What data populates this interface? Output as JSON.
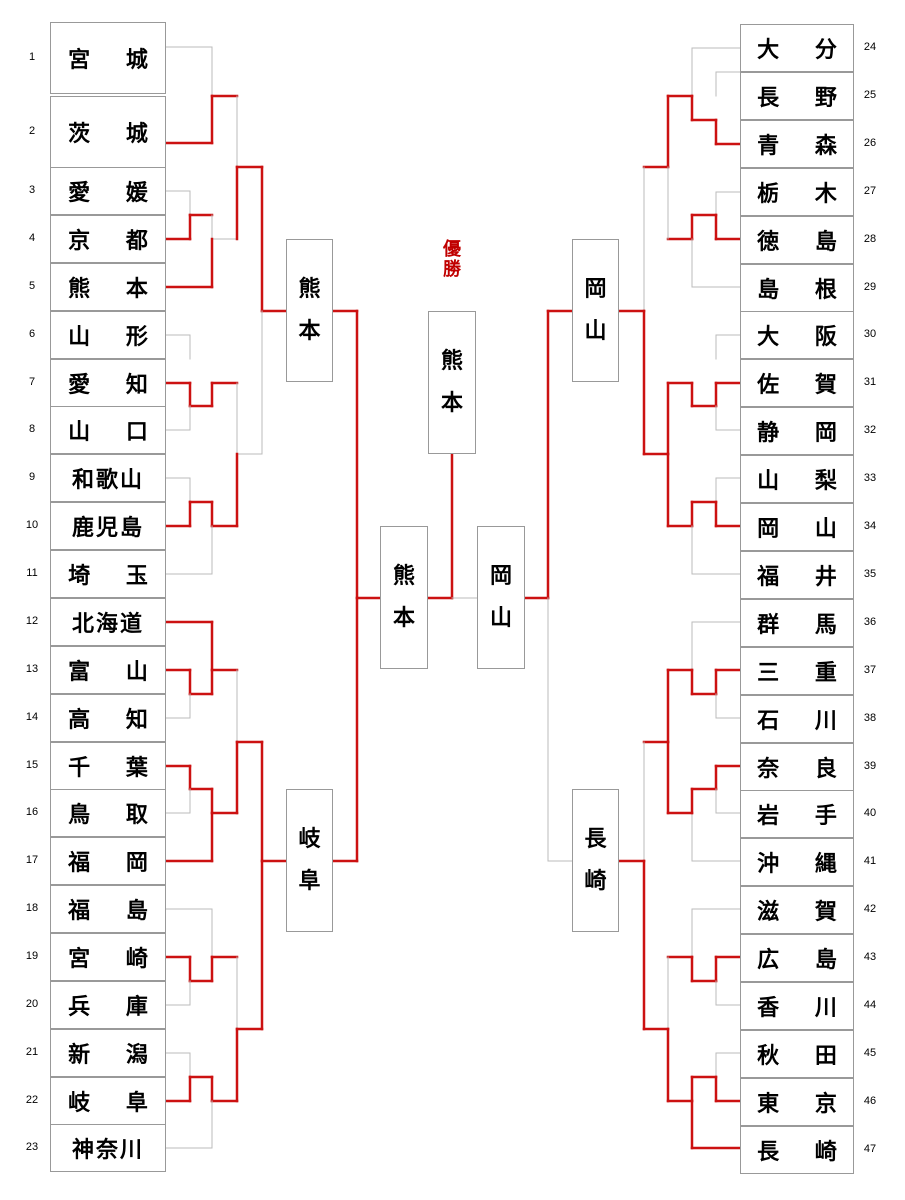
{
  "colors": {
    "winner": "#cc1111",
    "line": "#bbbbbb",
    "champion_text": "#c00000"
  },
  "champion": {
    "label_line1": "優",
    "label_line2": "勝",
    "char1": "熊",
    "char2": "本"
  },
  "final_left": {
    "char1": "熊",
    "char2": "本"
  },
  "final_right": {
    "char1": "岡",
    "char2": "山"
  },
  "semi_left_top": {
    "char1": "熊",
    "char2": "本"
  },
  "semi_left_bottom": {
    "char1": "岐",
    "char2": "阜"
  },
  "semi_right_top": {
    "char1": "岡",
    "char2": "山"
  },
  "semi_right_bottom": {
    "char1": "長",
    "char2": "崎"
  },
  "left_teams": [
    {
      "seed": "1",
      "name": "宮 城"
    },
    {
      "seed": "2",
      "name": "茨 城"
    },
    {
      "seed": "3",
      "name": "愛 媛"
    },
    {
      "seed": "4",
      "name": "京 都"
    },
    {
      "seed": "5",
      "name": "熊 本"
    },
    {
      "seed": "6",
      "name": "山 形"
    },
    {
      "seed": "7",
      "name": "愛 知"
    },
    {
      "seed": "8",
      "name": "山 口"
    },
    {
      "seed": "9",
      "name": "和歌山"
    },
    {
      "seed": "10",
      "name": "鹿児島"
    },
    {
      "seed": "11",
      "name": "埼 玉"
    },
    {
      "seed": "12",
      "name": "北海道"
    },
    {
      "seed": "13",
      "name": "富 山"
    },
    {
      "seed": "14",
      "name": "高 知"
    },
    {
      "seed": "15",
      "name": "千 葉"
    },
    {
      "seed": "16",
      "name": "鳥 取"
    },
    {
      "seed": "17",
      "name": "福 岡"
    },
    {
      "seed": "18",
      "name": "福 島"
    },
    {
      "seed": "19",
      "name": "宮 崎"
    },
    {
      "seed": "20",
      "name": "兵 庫"
    },
    {
      "seed": "21",
      "name": "新 潟"
    },
    {
      "seed": "22",
      "name": "岐 阜"
    },
    {
      "seed": "23",
      "name": "神奈川"
    }
  ],
  "right_teams": [
    {
      "seed": "24",
      "name": "大 分"
    },
    {
      "seed": "25",
      "name": "長 野"
    },
    {
      "seed": "26",
      "name": "青 森"
    },
    {
      "seed": "27",
      "name": "栃 木"
    },
    {
      "seed": "28",
      "name": "徳 島"
    },
    {
      "seed": "29",
      "name": "島 根"
    },
    {
      "seed": "30",
      "name": "大 阪"
    },
    {
      "seed": "31",
      "name": "佐 賀"
    },
    {
      "seed": "32",
      "name": "静 岡"
    },
    {
      "seed": "33",
      "name": "山 梨"
    },
    {
      "seed": "34",
      "name": "岡 山"
    },
    {
      "seed": "35",
      "name": "福 井"
    },
    {
      "seed": "36",
      "name": "群 馬"
    },
    {
      "seed": "37",
      "name": "三 重"
    },
    {
      "seed": "38",
      "name": "石 川"
    },
    {
      "seed": "39",
      "name": "奈 良"
    },
    {
      "seed": "40",
      "name": "岩 手"
    },
    {
      "seed": "41",
      "name": "沖 縄"
    },
    {
      "seed": "42",
      "name": "滋 賀"
    },
    {
      "seed": "43",
      "name": "広 島"
    },
    {
      "seed": "44",
      "name": "香 川"
    },
    {
      "seed": "45",
      "name": "秋 田"
    },
    {
      "seed": "46",
      "name": "東 京"
    },
    {
      "seed": "47",
      "name": "長 崎"
    }
  ]
}
